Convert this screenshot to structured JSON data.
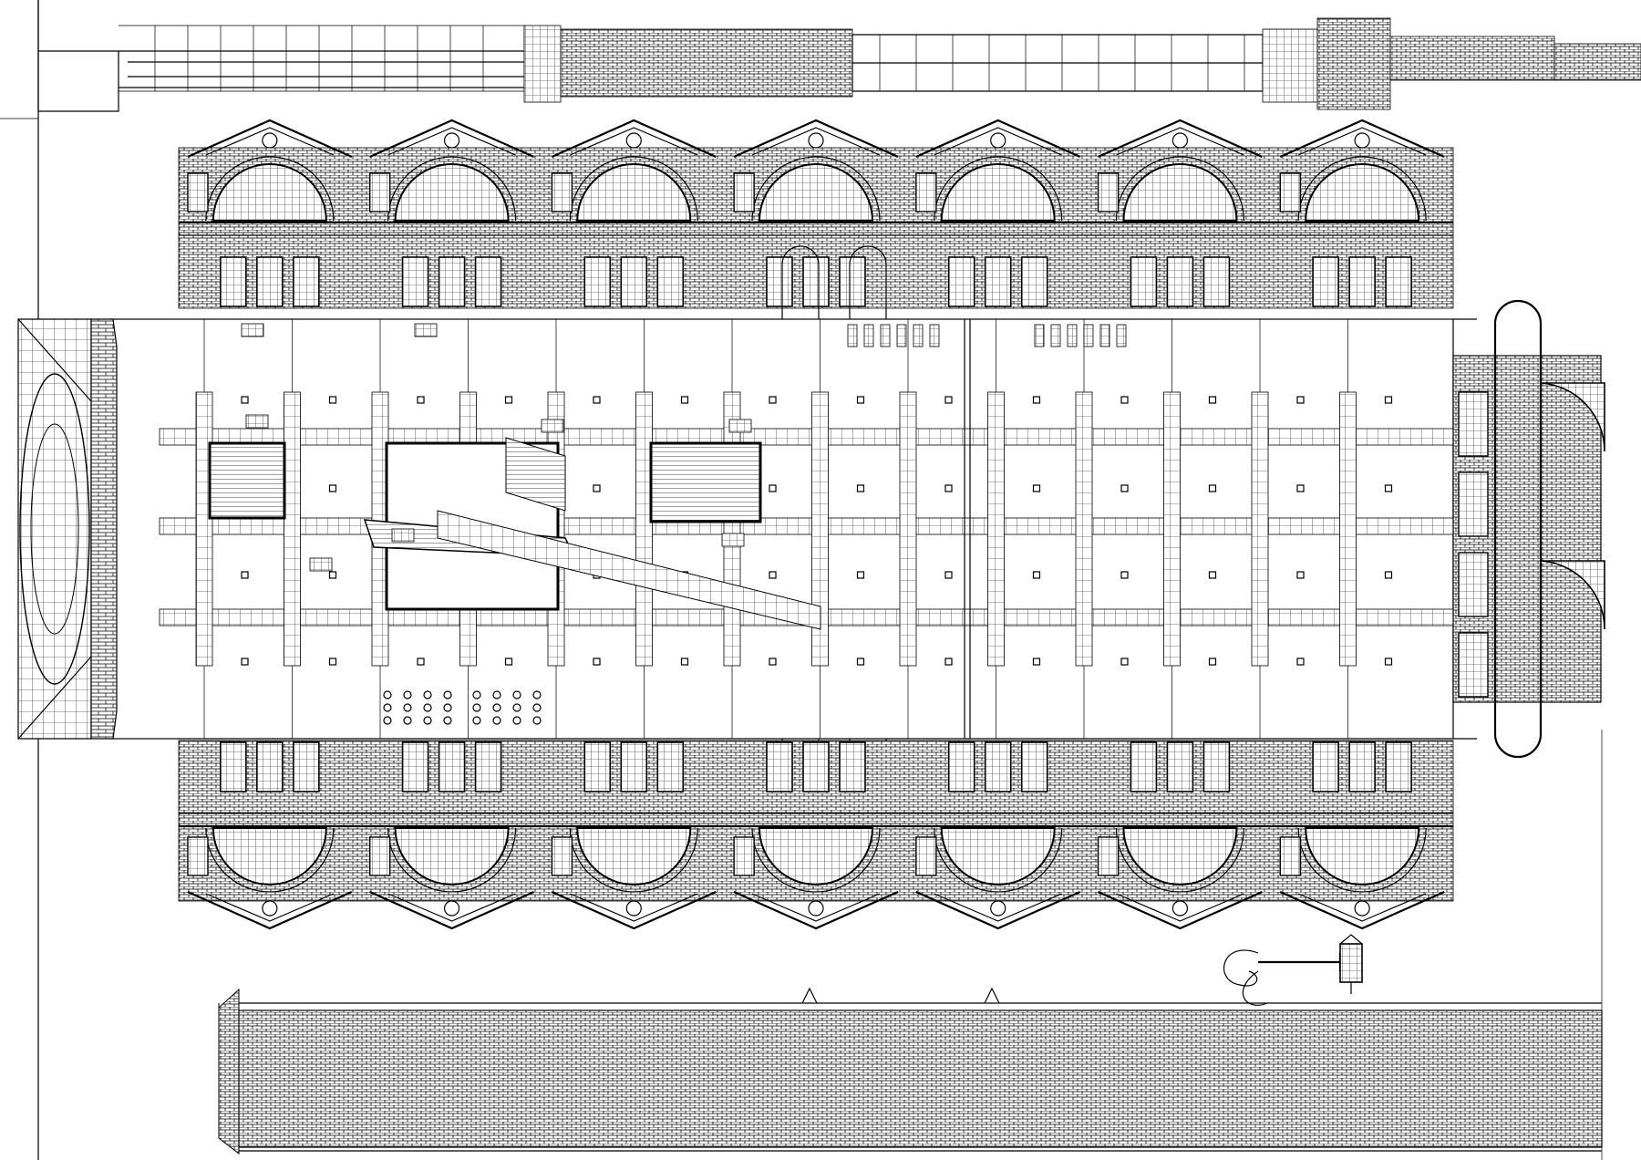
{
  "drawing": {
    "kind": "architectural-unfolded-elevation",
    "line_color": "#000000",
    "background_color": "#ffffff",
    "has_text_labels": false,
    "views": [
      {
        "name": "top-roof-strip"
      },
      {
        "name": "north-facade-elevation",
        "bays": 7
      },
      {
        "name": "concourse-floor-plan",
        "grid_columns": 14,
        "grid_rows": 4
      },
      {
        "name": "south-facade-elevation",
        "bays": 7
      },
      {
        "name": "west-end-elevation"
      },
      {
        "name": "east-end-elevation"
      },
      {
        "name": "bottom-roof-strip"
      },
      {
        "name": "street-lamp-detail"
      }
    ]
  }
}
